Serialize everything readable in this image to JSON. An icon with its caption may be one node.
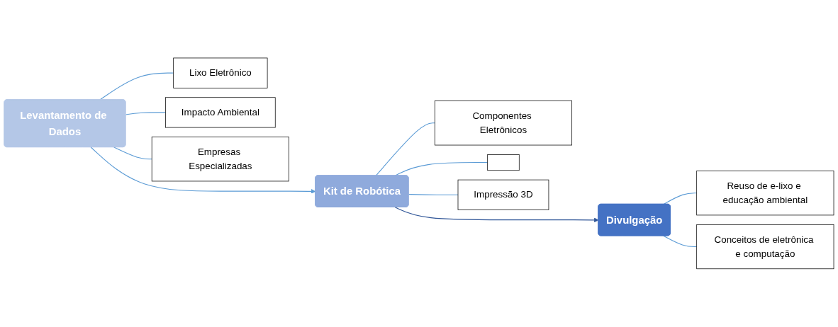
{
  "diagram": {
    "nodes": [
      {
        "text": [
          "Levantamento de Dados"
        ]
      },
      {
        "text": [
          "Lixo Eletrônico"
        ]
      },
      {
        "text": [
          "Impacto Ambiental"
        ]
      },
      {
        "text": [
          "Empresas Especializadas"
        ]
      },
      {
        "text": [
          "Kit de Robótica"
        ]
      },
      {
        "text": [
          "Componentes Eletrônicos"
        ]
      },
      {
        "text": [],
        "shape": "box"
      },
      {
        "text": [
          "Impressão 3D"
        ]
      },
      {
        "text": [
          "Divulgação"
        ]
      },
      {
        "text": [
          "Reuso de e-lixo e educação ambiental"
        ]
      },
      {
        "text": [
          "Conceitos de eletrônica e computação"
        ]
      }
    ],
    "edges": [
      {
        "from": 0,
        "to": 4,
        "arrow": "to"
      },
      {
        "from": 4,
        "to": 8,
        "arrow": "to",
        "color": "#2f5597"
      },
      {
        "from": 0,
        "to": 1,
        "arrow": "none"
      },
      {
        "from": 0,
        "to": 2,
        "arrow": "none"
      },
      {
        "from": 0,
        "to": 3,
        "arrow": "none"
      },
      {
        "from": 4,
        "to": 5,
        "arrow": "none"
      },
      {
        "from": 4,
        "to": 6,
        "arrow": "none"
      },
      {
        "from": 4,
        "to": 7,
        "arrow": "none"
      },
      {
        "from": 8,
        "to": 9,
        "arrow": "none"
      },
      {
        "from": 8,
        "to": 10,
        "arrow": "none"
      }
    ]
  }
}
